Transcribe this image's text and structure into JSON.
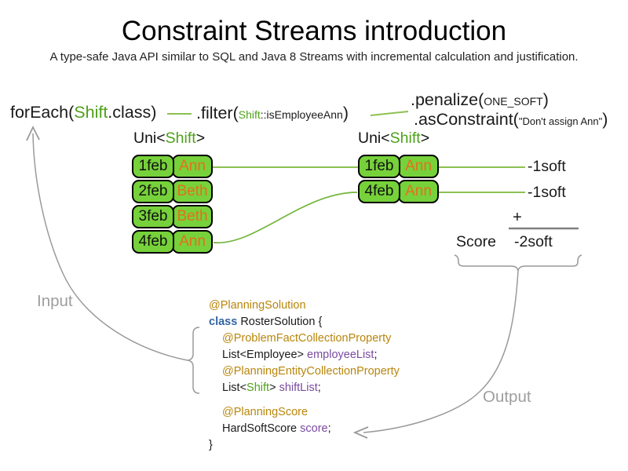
{
  "title": "Constraint Streams introduction",
  "subtitle": "A type-safe Java API similar to SQL and Java 8 Streams with incremental calculation and justification.",
  "pipeline": {
    "foreach": {
      "pre": "forEach(",
      "cls": "Shift",
      "post": ".class)"
    },
    "filter": {
      "pre": ".filter(",
      "cls": "Shift",
      "rest": "::isEmployeeAnn",
      "post": ")"
    },
    "penalize": {
      "pre": ".penalize(",
      "arg": "ONE_SOFT",
      "post": ")"
    },
    "as_constraint": {
      "pre": ".asConstraint(",
      "arg": "\"Don't assign Ann\"",
      "post": ")"
    }
  },
  "streams": {
    "left": {
      "label": {
        "pre": "Uni<",
        "cls": "Shift",
        "post": ">"
      },
      "rows": [
        {
          "date": "1feb",
          "name": "Ann"
        },
        {
          "date": "2feb",
          "name": "Beth"
        },
        {
          "date": "3feb",
          "name": "Beth"
        },
        {
          "date": "4feb",
          "name": "Ann"
        }
      ]
    },
    "right": {
      "label": {
        "pre": "Uni<",
        "cls": "Shift",
        "post": ">"
      },
      "rows": [
        {
          "date": "1feb",
          "name": "Ann"
        },
        {
          "date": "4feb",
          "name": "Ann"
        }
      ]
    }
  },
  "scoring": {
    "penalties": [
      "-1soft",
      "-1soft"
    ],
    "plus": "+",
    "score_label": "Score",
    "total": "-2soft"
  },
  "flow_labels": {
    "input": "Input",
    "output": "Output"
  },
  "code": {
    "annotation_solution": "@PlanningSolution",
    "class_keyword": "class",
    "class_decl": " RosterSolution {",
    "annotation_problem_fact": "@ProblemFactCollectionProperty",
    "employee_type": "List<Employee> ",
    "employee_field": "employeeList",
    "annotation_planning_entity": "@PlanningEntityCollectionProperty",
    "shift_type_pre": "List<",
    "shift_type_cls": "Shift",
    "shift_type_post": "> ",
    "shift_field": "shiftList",
    "annotation_score": "@PlanningScore",
    "score_type": "HardSoftScore ",
    "score_field": "score",
    "semicolon": ";",
    "closing_brace": "}"
  },
  "colors": {
    "shift_green": "#4EA11B",
    "box_green": "#76D13A",
    "connector_green": "#8CC152",
    "connector_green_dark": "#74B63C",
    "name_orange": "#E2711C",
    "annotation_gold": "#B8860B",
    "field_purple": "#7A4AA0",
    "keyword_blue": "#3465A4",
    "muted_gray": "#9E9E9E",
    "sum_line_gray": "#808080"
  }
}
